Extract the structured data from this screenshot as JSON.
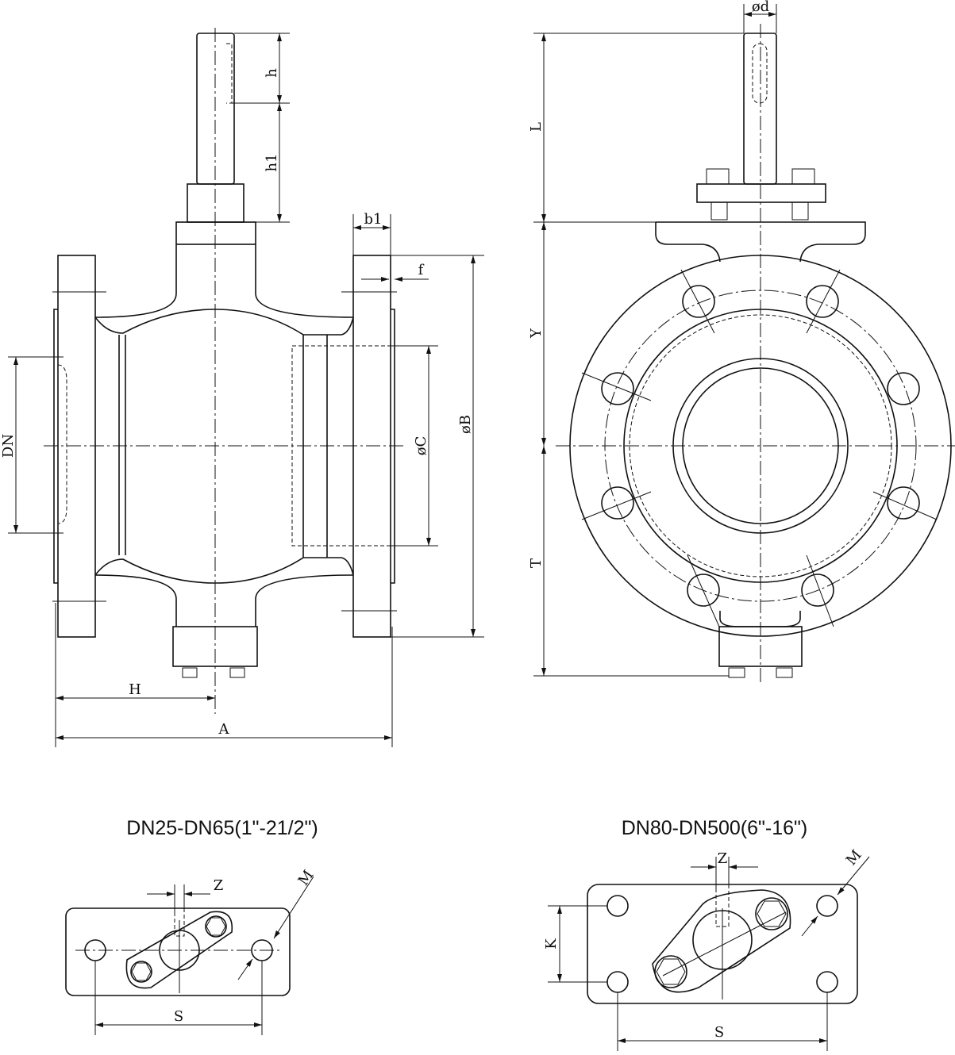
{
  "side_view": {
    "labels": {
      "h": "h",
      "h1": "h1",
      "b1": "b1",
      "f": "f",
      "phiB": "øB",
      "phiC": "øC",
      "DN": "DN",
      "H": "H",
      "A": "A"
    }
  },
  "front_view": {
    "labels": {
      "phid": "ød",
      "L": "L",
      "Y": "Y",
      "T": "T"
    }
  },
  "small_flange": {
    "title": "DN25-DN65(1\"-21/2\")",
    "labels": {
      "Z": "Z",
      "M": "M",
      "S": "S"
    }
  },
  "large_flange": {
    "title": "DN80-DN500(6\"-16\")",
    "labels": {
      "Z": "Z",
      "M": "M",
      "S": "S",
      "K": "K"
    }
  }
}
